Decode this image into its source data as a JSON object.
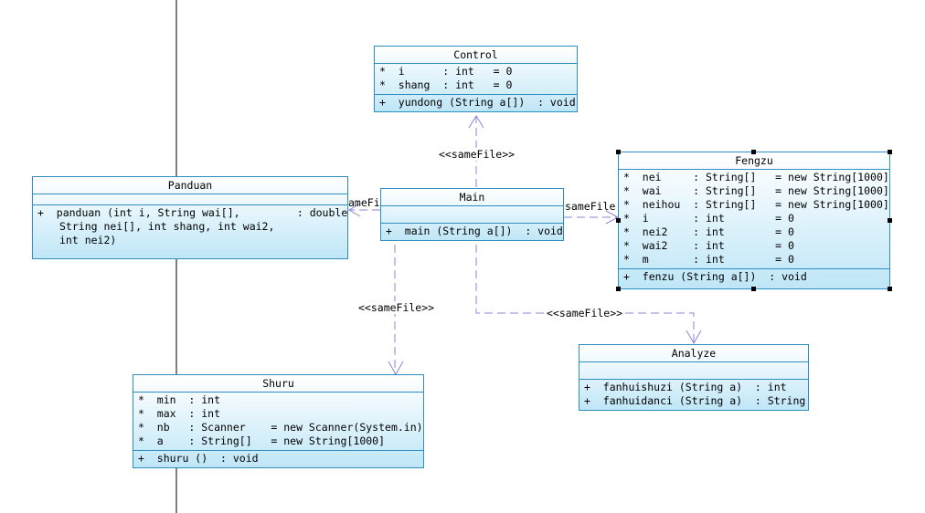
{
  "classes": {
    "control": {
      "name": "Control",
      "attributes": [
        "*  i      : int   = 0",
        "*  shang  : int   = 0"
      ],
      "operations": [
        "+  yundong (String a[])  : void"
      ]
    },
    "panduan": {
      "name": "Panduan",
      "operation_lines": [
        "+  panduan (int i, String wai[],         : double",
        "String nei[], int shang, int wai2,",
        "int nei2)"
      ]
    },
    "main": {
      "name": "Main",
      "operations": [
        "+  main (String a[])  : void"
      ]
    },
    "fengzu": {
      "name": "Fengzu",
      "attributes": [
        "*  nei     : String[]   = new String[1000]",
        "*  wai     : String[]   = new String[1000]",
        "*  neihou  : String[]   = new String[1000]",
        "*  i       : int        = 0",
        "*  nei2    : int        = 0",
        "*  wai2    : int        = 0",
        "*  m       : int        = 0"
      ],
      "operations": [
        "+  fenzu (String a[])  : void"
      ]
    },
    "shuru": {
      "name": "Shuru",
      "attributes": [
        "*  min  : int",
        "*  max  : int",
        "*  nb   : Scanner    = new Scanner(System.in)",
        "*  a    : String[]   = new String[1000]"
      ],
      "operations": [
        "+  shuru ()  : void"
      ]
    },
    "analyze": {
      "name": "Analyze",
      "operations": [
        "+  fanhuishuzi (String a)  : int",
        "+  fanhuidanci (String a)  : String"
      ]
    }
  },
  "relations": {
    "main_control": "<<sameFile>>",
    "main_panduan": "ameFil",
    "main_fengzu": "sameFile",
    "main_shuru": "<<sameFile>>",
    "main_analyze": "<<sameFile>>"
  },
  "colors": {
    "box_border": "#2e8fc0",
    "box_fill": "#bfe6f7",
    "dependency_line": "#8a86d6"
  }
}
